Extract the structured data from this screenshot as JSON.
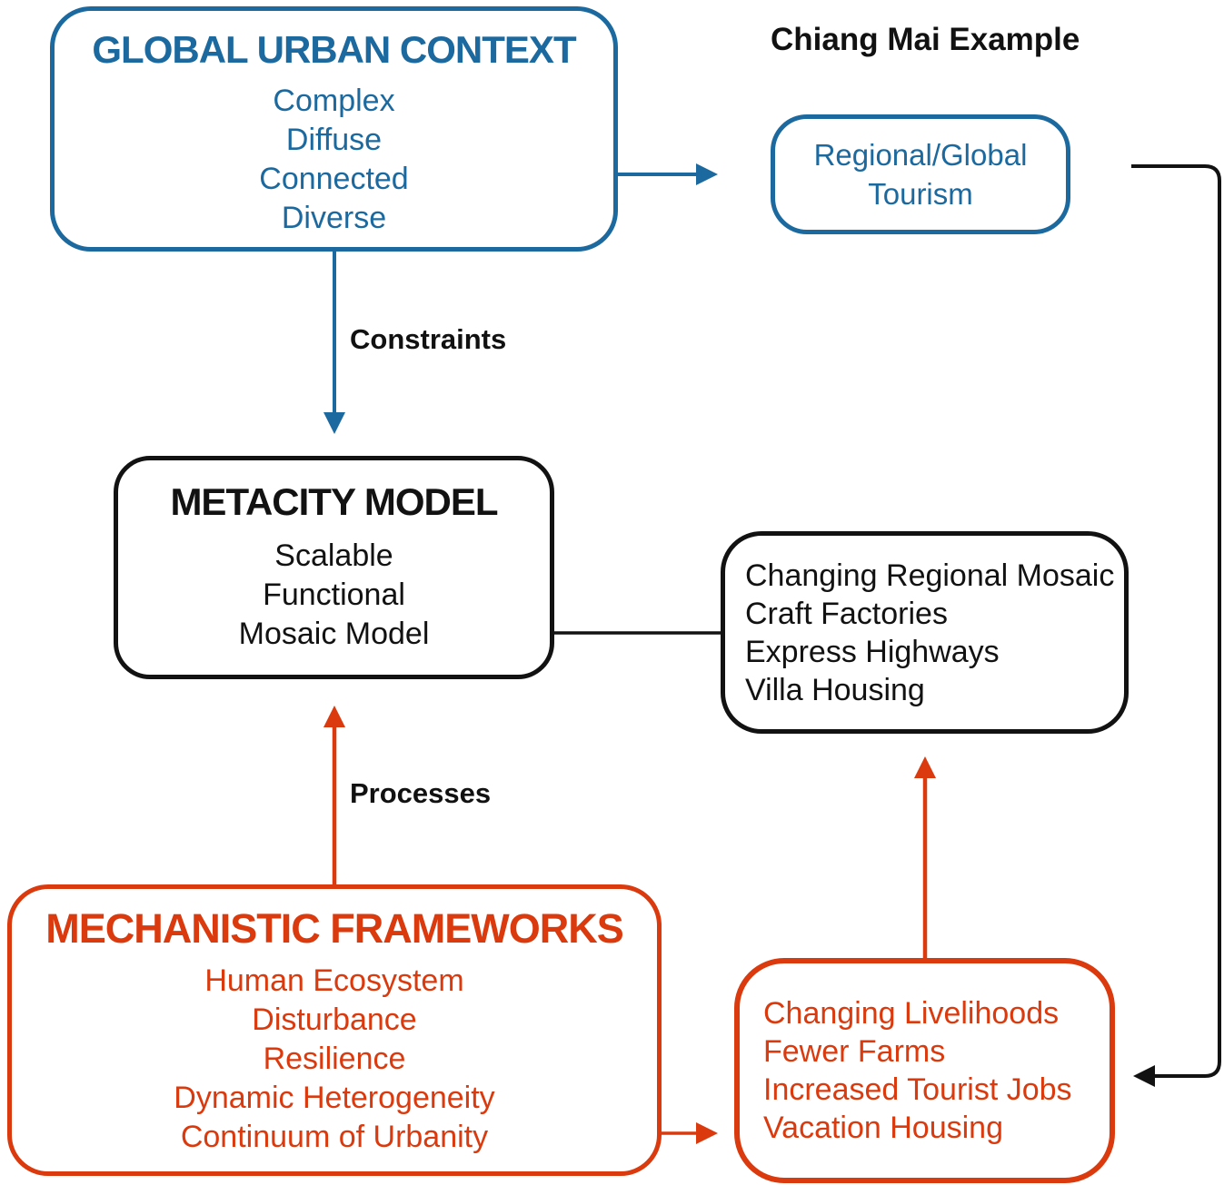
{
  "colors": {
    "blue": "#1b699e",
    "orange": "#da3a0d",
    "ink": "#121212"
  },
  "labels": {
    "chiang_mai": "Chiang Mai Example",
    "constraints": "Constraints",
    "processes": "Processes"
  },
  "boxes": {
    "global_urban_context": {
      "title": "GLOBAL URBAN CONTEXT",
      "items": [
        "Complex",
        "Diffuse",
        "Connected",
        "Diverse"
      ]
    },
    "regional_global_tourism": {
      "lines": [
        "Regional/Global",
        "Tourism"
      ]
    },
    "metacity_model": {
      "title": "METACITY MODEL",
      "items": [
        "Scalable",
        "Functional",
        "Mosaic Model"
      ]
    },
    "changing_regional_mosaic": {
      "items": [
        "Changing Regional Mosaic",
        "Craft Factories",
        "Express Highways",
        "Villa Housing"
      ]
    },
    "mechanistic_frameworks": {
      "title": "MECHANISTIC FRAMEWORKS",
      "items": [
        "Human Ecosystem",
        "Disturbance",
        "Resilience",
        "Dynamic Heterogeneity",
        "Continuum of Urbanity"
      ]
    },
    "changing_livelihoods": {
      "items": [
        "Changing Livelihoods",
        "Fewer Farms",
        "Increased Tourist Jobs",
        "Vacation Housing"
      ]
    }
  }
}
